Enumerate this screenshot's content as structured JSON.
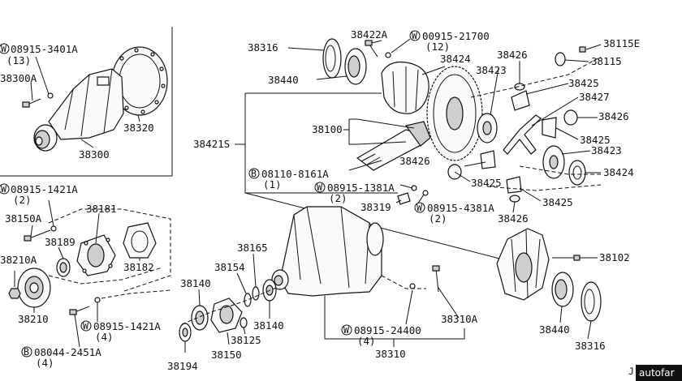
{
  "labels": {
    "p38316_top": "38316",
    "p38440_top": "38440",
    "p38422A": "38422A",
    "w00915_21700": "00915-21700",
    "q12": "(12)",
    "p38424_top": "38424",
    "p38426_top": "38426",
    "p38115E": "38115E",
    "p38115": "38115",
    "p38423_top": "38423",
    "p38425_a": "38425",
    "p38427": "38427",
    "p38426_b": "38426",
    "p38100": "38100",
    "p38425_b": "38425",
    "p38423_b": "38423",
    "p38424_b": "38424",
    "p38421S": "38421S",
    "p38426_c": "38426",
    "p38425_c": "38425",
    "p38425_d": "38425",
    "p38426_d": "38426",
    "b08110_8161A": "08110-8161A",
    "q1": "(1)",
    "w08915_1381A": "08915-1381A",
    "q2_a": "(2)",
    "p38319": "38319",
    "w08915_4381A": "08915-4381A",
    "q2_b": "(2)",
    "w08915_3401A": "08915-3401A",
    "q13": "(13)",
    "p38300A": "38300A",
    "p38320": "38320",
    "p38300": "38300",
    "w08915_1421A_a": "08915-1421A",
    "q2_c": "(2)",
    "p38181": "38181",
    "p38150A": "38150A",
    "p38189": "38189",
    "p38182": "38182",
    "p38210A": "38210A",
    "p38210": "38210",
    "w08915_1421A_b": "08915-1421A",
    "q4_a": "(4)",
    "b08044_2451A": "08044-2451A",
    "q4_b": "(4)",
    "p38165": "38165",
    "p38154": "38154",
    "p38140_a": "38140",
    "p38140_b": "38140",
    "p38125": "38125",
    "p38150": "38150",
    "p38194": "38194",
    "w08915_24400": "08915-24400",
    "q4_c": "(4)",
    "p38310A": "38310A",
    "p38310": "38310",
    "p38102": "38102",
    "p38440_b": "38440",
    "p38316_b": "38316"
  },
  "badges": {
    "w": "W",
    "b": "B"
  },
  "watermark": "autofar",
  "watermark_prefix": "J"
}
